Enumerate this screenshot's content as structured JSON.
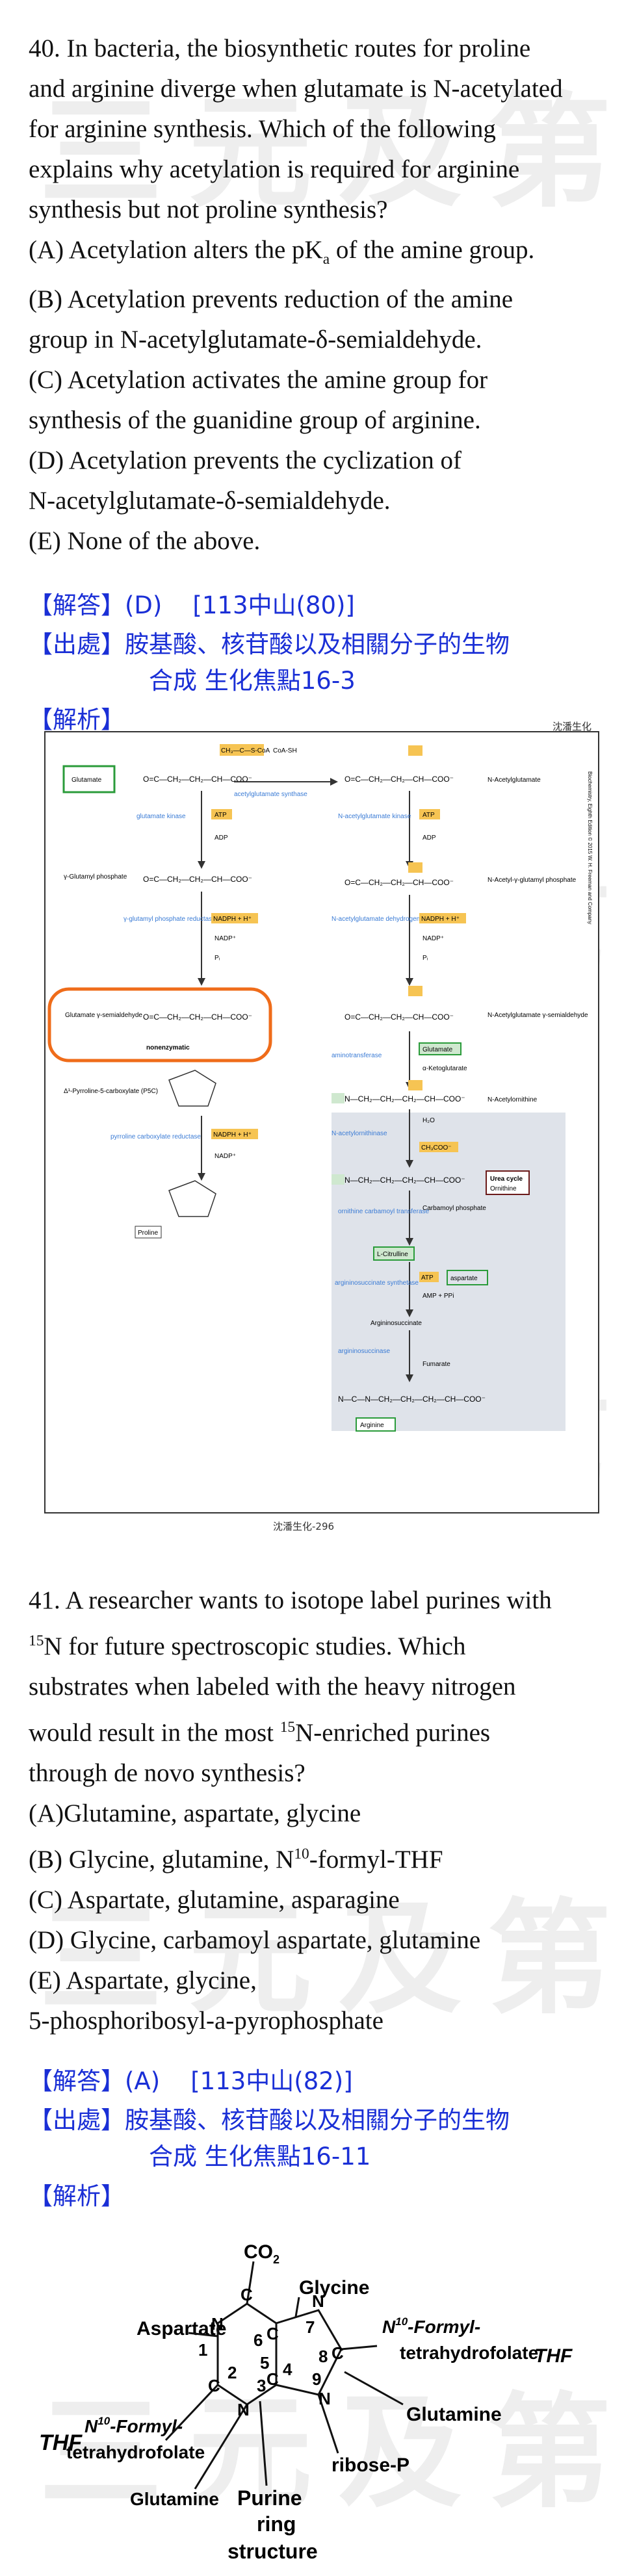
{
  "watermark": "三元及第",
  "q40": {
    "lines": [
      "40. In bacteria, the biosynthetic routes for proline",
      "and arginine diverge when glutamate is N-acetylated",
      "for arginine synthesis. Which of the following",
      "explains why acetylation is required for arginine",
      "synthesis but not proline synthesis?"
    ],
    "options": {
      "A_pre": "(A) Acetylation alters the pK",
      "A_sub": "a",
      "A_post": " of the amine group.",
      "B1": "(B) Acetylation prevents reduction of the amine",
      "B2": "group in N-acetylglutamate-δ-semialdehyde.",
      "C1": "(C) Acetylation activates the amine group for",
      "C2": "synthesis of the guanidine group of arginine.",
      "D1": "(D) Acetylation prevents the cyclization of",
      "D2": "N-acetylglutamate-δ-semialdehyde.",
      "E": "(E) None of the above."
    },
    "answer_label": "【解答】",
    "answer": "(D)",
    "answer_ref": "[113中山(80)]",
    "source_label": "【出處】",
    "source_line1": "胺基酸、核苷酸以及相關分子的生物",
    "source_line2": "合成  生化焦點16-3",
    "analysis_label": "【解析】"
  },
  "figure40": {
    "top_right_caption": "沈潘生化",
    "bottom_caption": "沈潘生化-296",
    "side_caption": "Biochemistry, Eighth Edition © 2015 W. H. Freeman and Company",
    "labels": {
      "glutamate": "Glutamate",
      "gamma_glutamyl_p": "γ-Glutamyl phosphate",
      "glutamate_semialdehyde": "Glutamate γ-semialdehyde",
      "nonenzymatic": "nonenzymatic",
      "p5c": "Δ¹-Pyrroline-5-carboxylate (P5C)",
      "proline": "Proline",
      "n_acetylglutamate": "N-Acetylglutamate",
      "n_acetyl_glutamyl_p": "N-Acetyl-γ-glutamyl phosphate",
      "n_acetylglutamate_semialdehyde": "N-Acetylglutamate γ-semialdehyde",
      "n_acetylornithine": "N-Acetylornithine",
      "ornithine": "Ornithine",
      "carbamoyl_phosphate": "Carbamoyl phosphate",
      "citrulline": "L-Citrulline",
      "aspartate": "aspartate",
      "argininosuccinate": "Argininosuccinate",
      "fumarate": "Fumarate",
      "arginine": "Arginine",
      "urea_cycle": "Urea cycle",
      "acetyl_coa": "CH₃—C—S-CoA",
      "coa_sh": "CoA-SH",
      "atp": "ATP",
      "adp": "ADP",
      "nadph": "NADPH + H⁺",
      "nadp": "NADP⁺",
      "pi": "Pᵢ",
      "amp_ppi": "AMP + PPi",
      "glutamate_box": "Glutamate",
      "a_ketoglutarate": "α-Ketoglutarate",
      "acetate": "CH₃COO⁻",
      "h2o": "H₂O",
      "enz1": "acetylglutamate synthase",
      "enz2": "N-acetylglutamate kinase",
      "enz3": "N-acetylglutamate dehydrogenase",
      "enz4": "aminotransferase",
      "enz5": "N-acetylornithinase",
      "enz6": "ornithine carbamoyl transferase",
      "enz7": "argininosuccinate synthetase",
      "enz8": "argininosuccinase",
      "enz_p1": "glutamate kinase",
      "enz_p2": "γ-glutamyl phosphate reductase",
      "enz_p3": "pyrroline carboxylate reductase"
    }
  },
  "q41": {
    "l1": "41. A researcher wants to isotope label purines with",
    "l2_sup": "15",
    "l2": "N for future spectroscopic studies. Which",
    "l3": "substrates when labeled with the heavy nitrogen",
    "l4_pre": "would result in the most ",
    "l4_sup": "15",
    "l4_post": "N-enriched purines",
    "l5": "through de novo synthesis?",
    "A": "(A)Glutamine, aspartate, glycine",
    "B_pre": "(B) Glycine, glutamine, N",
    "B_sup": "10",
    "B_post": "-formyl-THF",
    "C": "(C) Aspartate, glutamine, asparagine",
    "D": "(D) Glycine, carbamoyl aspartate, glutamine",
    "E1": "(E) Aspartate, glycine,",
    "E2": "5-phosphoribosyl-a-pyrophosphate",
    "answer_label": "【解答】",
    "answer": "(A)",
    "answer_ref": "[113中山(82)]",
    "source_label": "【出處】",
    "source_line1": "胺基酸、核苷酸以及相關分子的生物",
    "source_line2": "合成   生化焦點16-11",
    "analysis_label": "【解析】"
  },
  "purine_fig": {
    "co2": "CO",
    "co2_sub": "2",
    "glycine": "Glycine",
    "aspartate": "Aspartate",
    "formyl_top_pre": "N",
    "formyl_top_sup": "10",
    "formyl_top_post": "-Formyl-",
    "thf_top": "tetrahydrofolate",
    "glutamine_right": "Glutamine",
    "formyl_left_pre": "N",
    "formyl_left_sup": "10",
    "formyl_left_post": "-Formyl-",
    "thf_left": "tetrahydrofolate",
    "ribose": "ribose-P",
    "glutamine_bottom": "Glutamine",
    "purine1": "Purine",
    "purine2": "ring",
    "purine3": "structure",
    "hand_thf_left": "THF",
    "hand_thf_right": "THF"
  }
}
